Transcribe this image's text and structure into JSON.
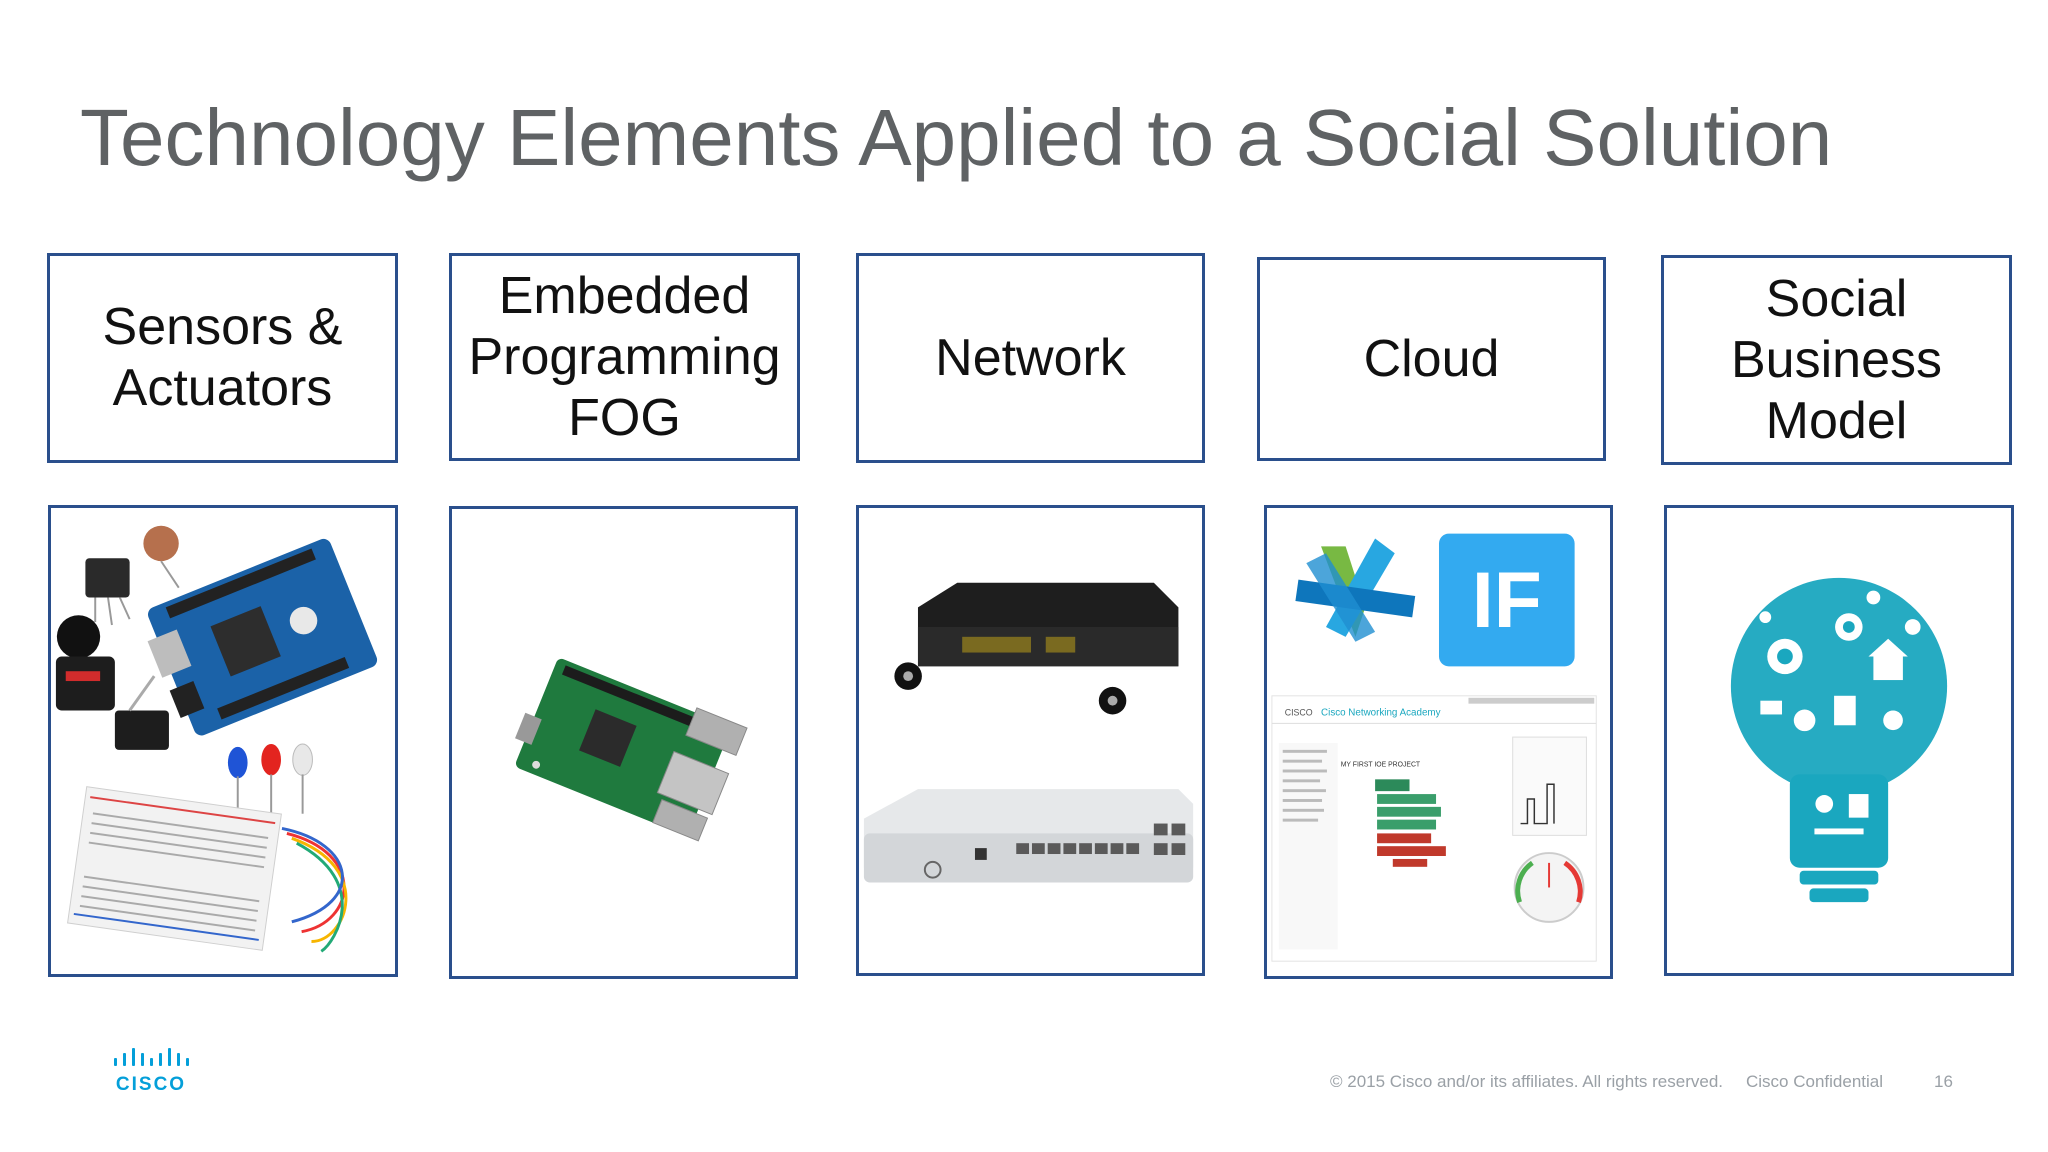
{
  "slide": {
    "title": "Technology Elements Applied to a Social Solution",
    "columns": [
      {
        "label": "Sensors &\nActuators",
        "image_icon": "arduino-sensors-icon"
      },
      {
        "label": "Embedded\nProgramming\nFOG",
        "image_icon": "raspberry-pi-icon"
      },
      {
        "label": "Network",
        "image_icon": "router-switch-icon"
      },
      {
        "label": "Cloud",
        "image_icon": "cloud-services-icon"
      },
      {
        "label": "Social\nBusiness\nModel",
        "image_icon": "lightbulb-icon"
      }
    ]
  },
  "cloud_panel": {
    "ifttt_text": "IF",
    "cisco_word": "CISCO",
    "app_title": "Cisco Networking Academy",
    "project_title": "MY FIRST IOE PROJECT"
  },
  "footer": {
    "logo_text": "CISCO",
    "copyright": "© 2015  Cisco and/or its affiliates. All rights reserved.",
    "confidential": "Cisco Confidential",
    "page_number": "16"
  },
  "colors": {
    "box_border": "#2a4f8c",
    "title_gray": "#5f6264",
    "cisco_blue": "#049fd9",
    "teal": "#1aa7bf"
  }
}
